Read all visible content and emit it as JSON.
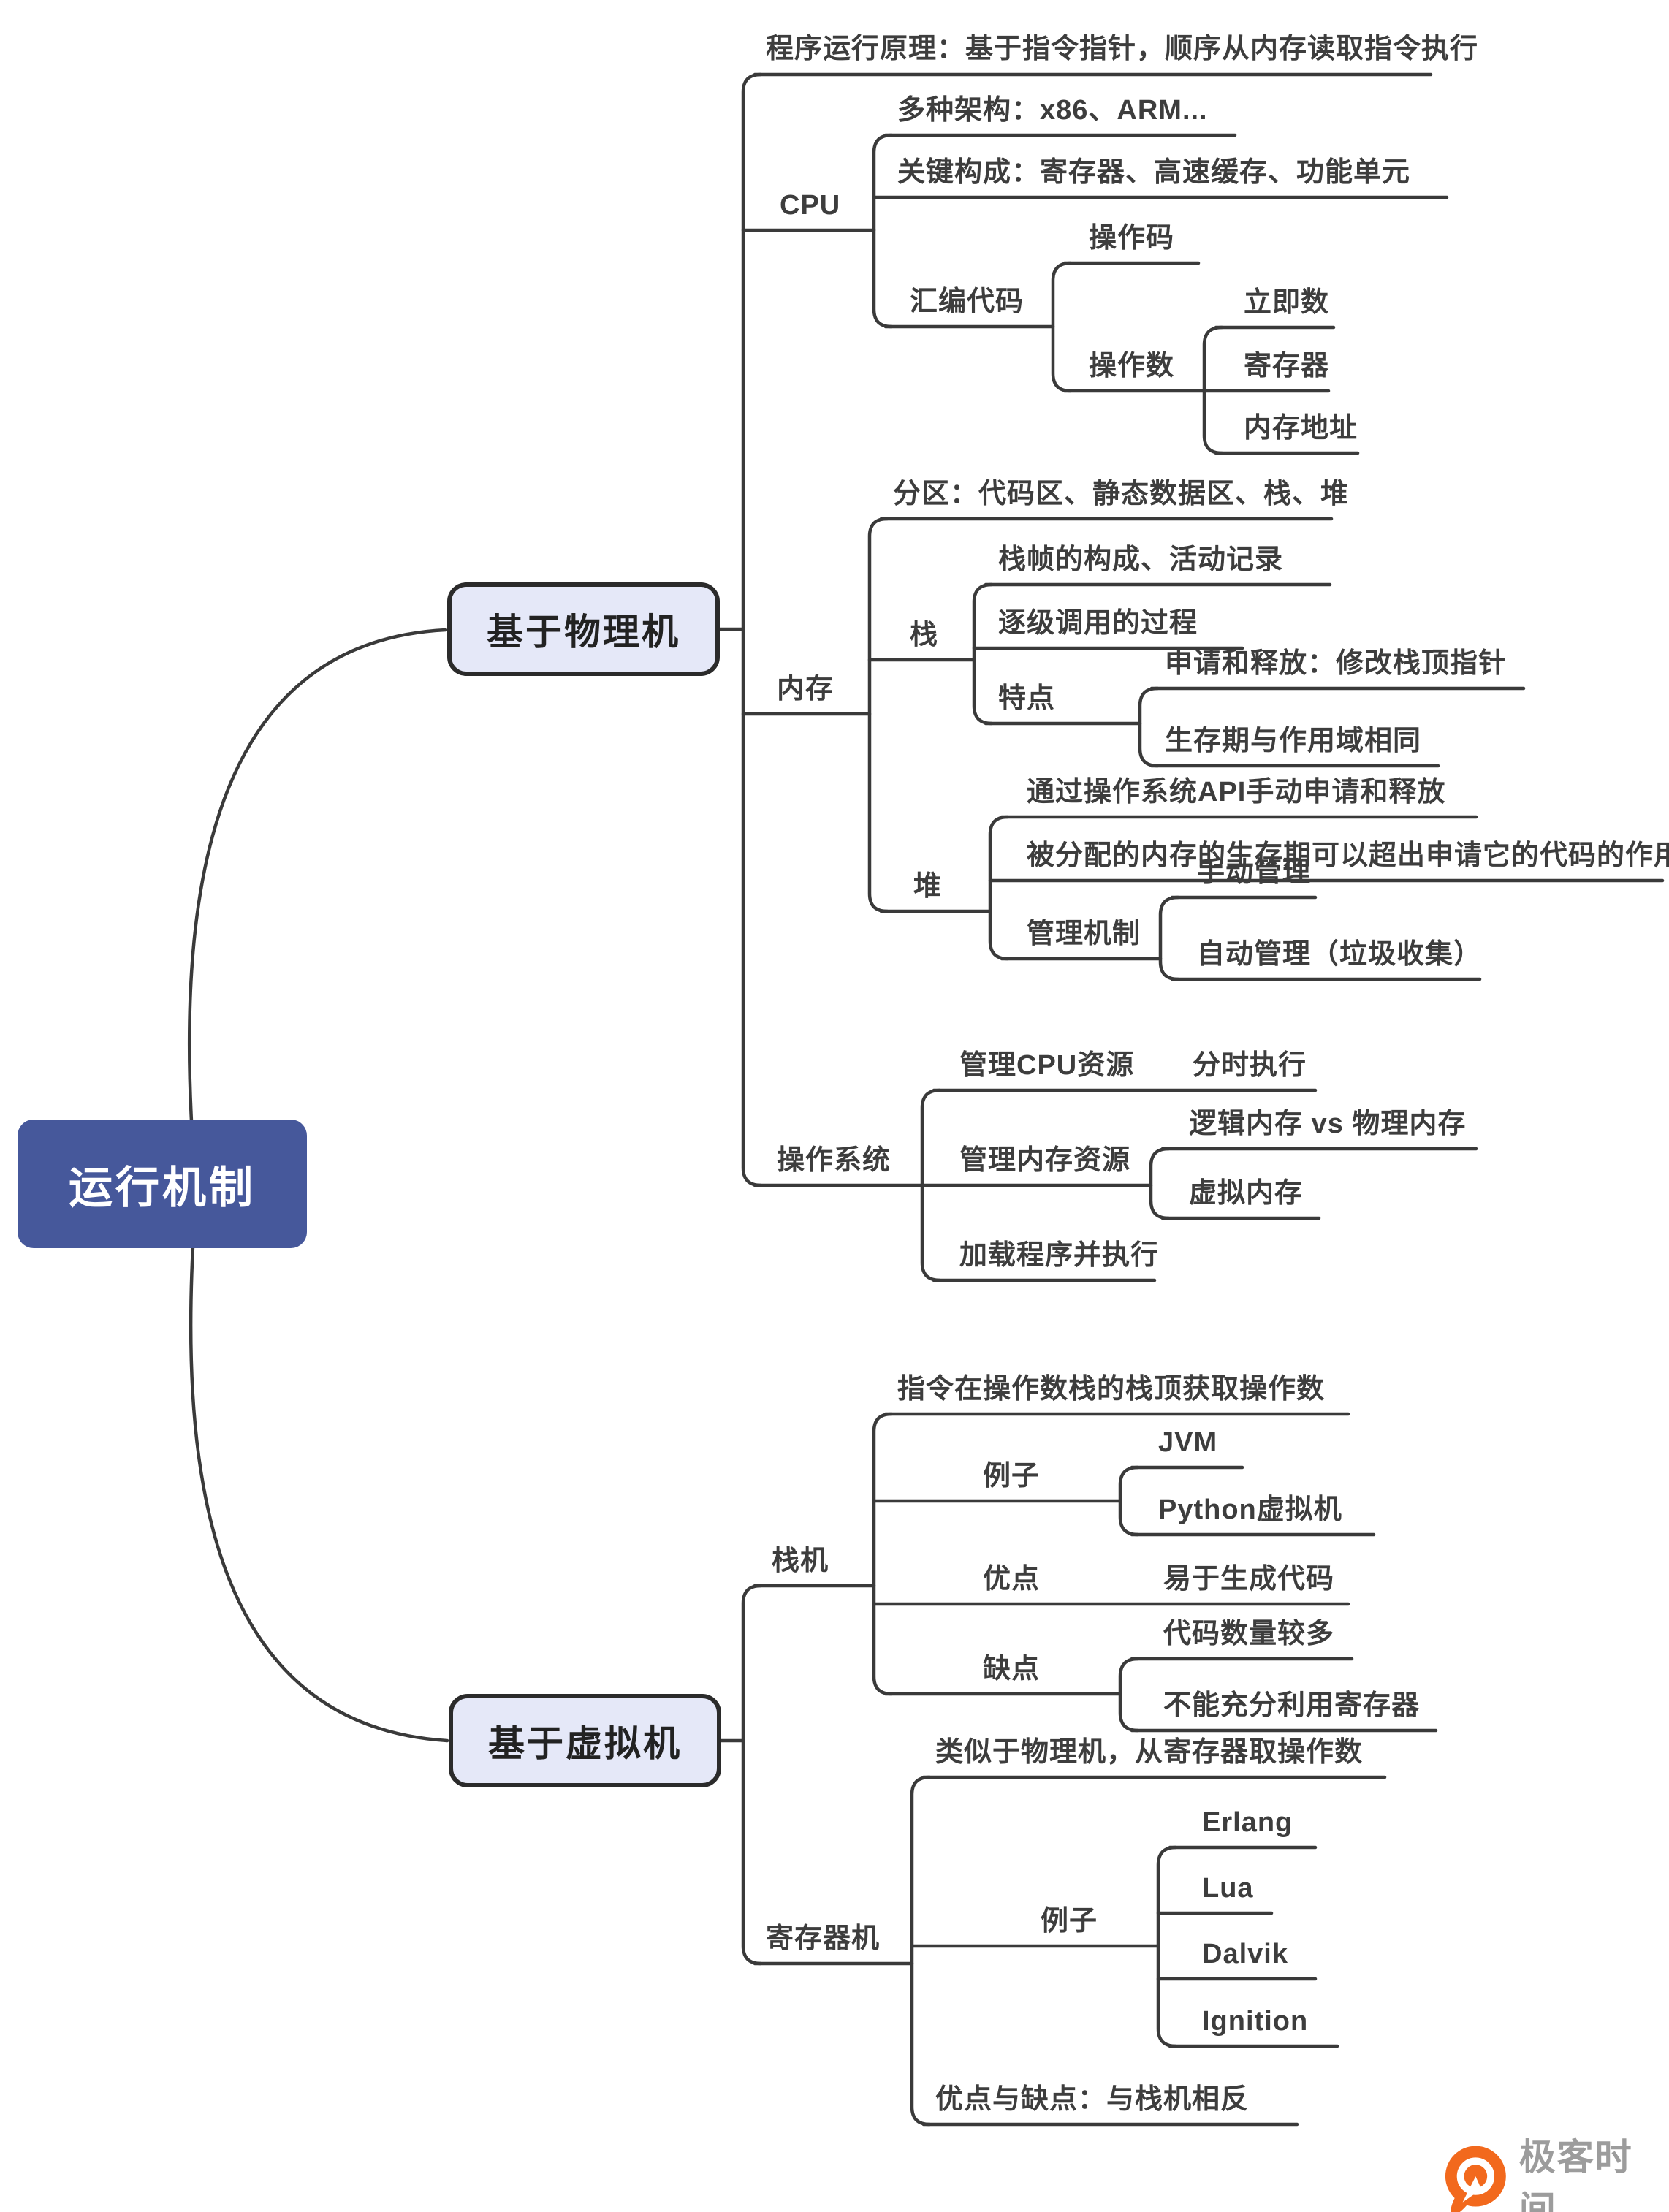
{
  "meta": {
    "type": "mindmap"
  },
  "colors": {
    "root_fill": "#46589b",
    "root_text": "#ffffff",
    "branch_fill": "#e5e8f8",
    "branch_border": "#2b2b2b",
    "line": "#3a3a3a",
    "label_text": "#3d3d3d",
    "brand_orange": "#f2691d",
    "brand_gray": "#9c9c9c"
  },
  "watermark": {
    "brand": "极客时间"
  },
  "tree": {
    "label": "运行机制",
    "children": [
      {
        "label": "基于物理机",
        "children": [
          {
            "label": "程序运行原理：基于指令指针，顺序从内存读取指令执行"
          },
          {
            "label": "CPU",
            "children": [
              {
                "label": "多种架构：x86、ARM..."
              },
              {
                "label": "关键构成：寄存器、高速缓存、功能单元"
              },
              {
                "label": "汇编代码",
                "children": [
                  {
                    "label": "操作码"
                  },
                  {
                    "label": "操作数",
                    "children": [
                      {
                        "label": "立即数"
                      },
                      {
                        "label": "寄存器"
                      },
                      {
                        "label": "内存地址"
                      }
                    ]
                  }
                ]
              }
            ]
          },
          {
            "label": "内存",
            "children": [
              {
                "label": "分区：代码区、静态数据区、栈、堆"
              },
              {
                "label": "栈",
                "children": [
                  {
                    "label": "栈帧的构成、活动记录"
                  },
                  {
                    "label": "逐级调用的过程"
                  },
                  {
                    "label": "特点",
                    "children": [
                      {
                        "label": "申请和释放：修改栈顶指针"
                      },
                      {
                        "label": "生存期与作用域相同"
                      }
                    ]
                  }
                ]
              },
              {
                "label": "堆",
                "children": [
                  {
                    "label": "通过操作系统API手动申请和释放"
                  },
                  {
                    "label": "被分配的内存的生存期可以超出申请它的代码的作用域"
                  },
                  {
                    "label": "管理机制",
                    "children": [
                      {
                        "label": "手动管理"
                      },
                      {
                        "label": "自动管理（垃圾收集）"
                      }
                    ]
                  }
                ]
              }
            ]
          },
          {
            "label": "操作系统",
            "children": [
              {
                "label": "管理CPU资源",
                "children": [
                  {
                    "label": "分时执行"
                  }
                ]
              },
              {
                "label": "管理内存资源",
                "children": [
                  {
                    "label": "逻辑内存 vs 物理内存"
                  },
                  {
                    "label": "虚拟内存"
                  }
                ]
              },
              {
                "label": "加载程序并执行"
              }
            ]
          }
        ]
      },
      {
        "label": "基于虚拟机",
        "children": [
          {
            "label": "栈机",
            "children": [
              {
                "label": "指令在操作数栈的栈顶获取操作数"
              },
              {
                "label": "例子",
                "children": [
                  {
                    "label": "JVM"
                  },
                  {
                    "label": "Python虚拟机"
                  }
                ]
              },
              {
                "label": "优点",
                "children": [
                  {
                    "label": "易于生成代码"
                  }
                ]
              },
              {
                "label": "缺点",
                "children": [
                  {
                    "label": "代码数量较多"
                  },
                  {
                    "label": "不能充分利用寄存器"
                  }
                ]
              }
            ]
          },
          {
            "label": "寄存器机",
            "children": [
              {
                "label": "类似于物理机，从寄存器取操作数"
              },
              {
                "label": "例子",
                "children": [
                  {
                    "label": "Erlang"
                  },
                  {
                    "label": "Lua"
                  },
                  {
                    "label": "Dalvik"
                  },
                  {
                    "label": "Ignition"
                  }
                ]
              },
              {
                "label": "优点与缺点：与栈机相反"
              }
            ]
          }
        ]
      }
    ]
  }
}
